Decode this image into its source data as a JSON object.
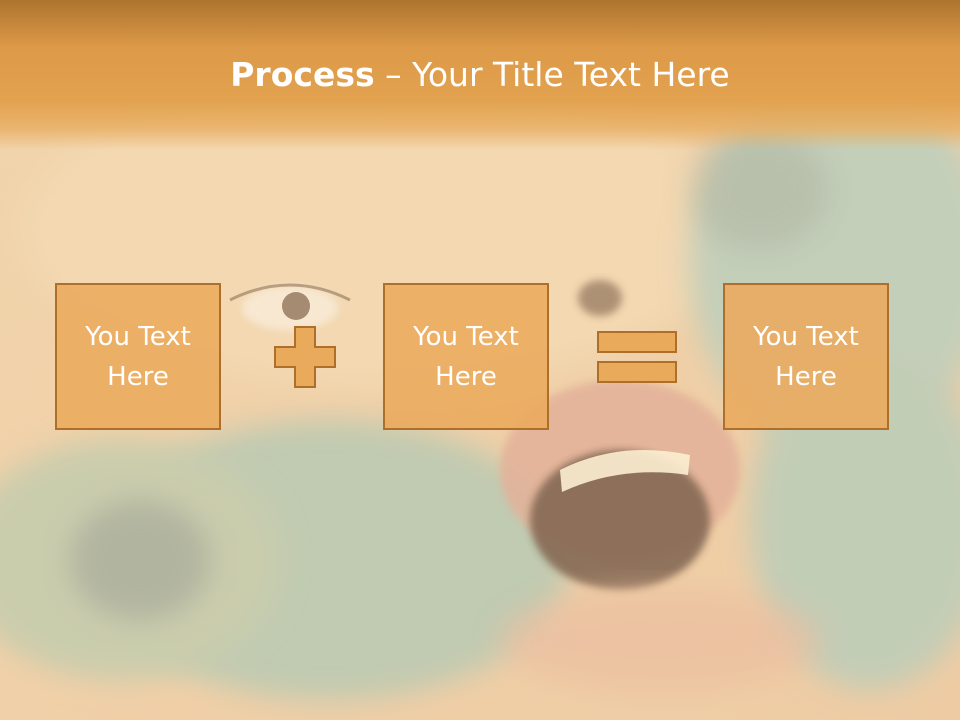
{
  "slide": {
    "title_bold": "Process",
    "title_rest": " – Your Title Text Here"
  },
  "boxes": [
    {
      "label": "You Text\nHere"
    },
    {
      "label": "You Text\nHere"
    },
    {
      "label": "You Text\nHere"
    }
  ],
  "operators": [
    "plus-icon",
    "equals-icon"
  ],
  "colors": {
    "header_orange": "#e2a24f",
    "box_fill": "#eaaa5c",
    "box_border": "#ad6f29",
    "title_text": "#ffffff"
  },
  "background_image": "dentist examining patient's open mouth, gloved hands, orange-tinted photo"
}
